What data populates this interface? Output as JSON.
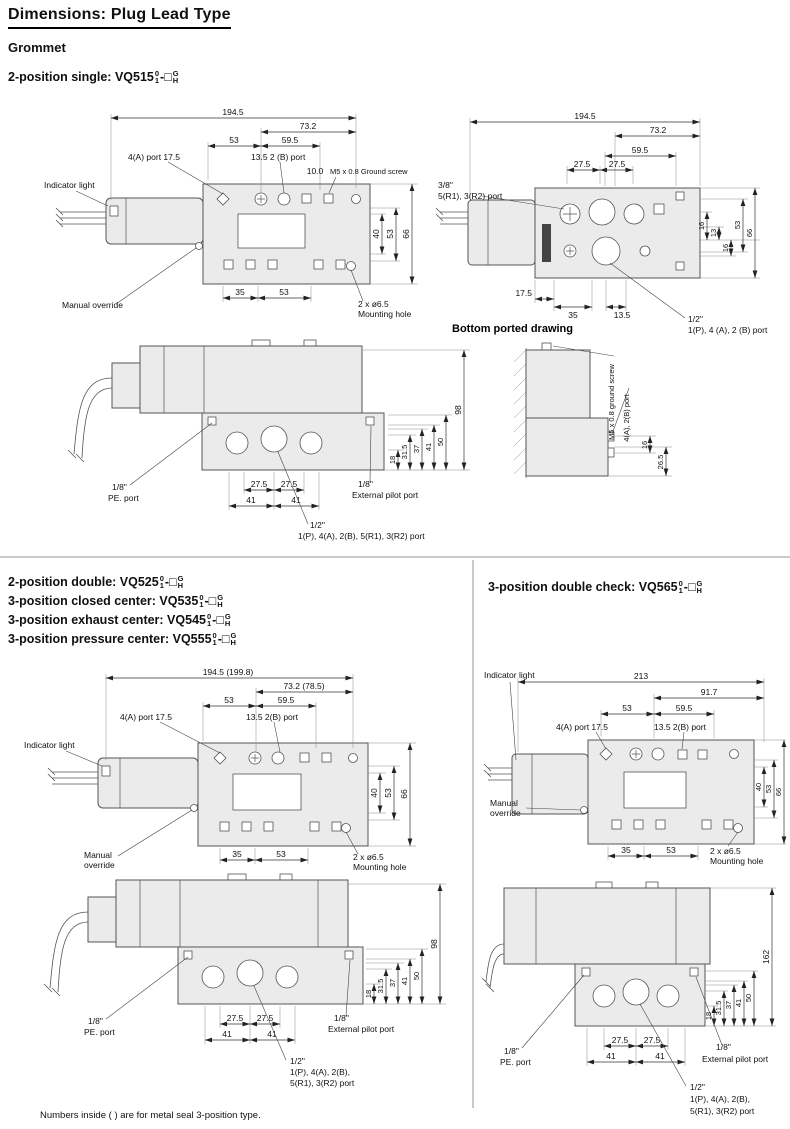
{
  "colors": {
    "ink": "#111111",
    "line": "#555555",
    "divider": "#c9c9c9"
  },
  "page": {
    "title": "Dimensions: Plug Lead Type",
    "subtitle": "Grommet",
    "bottom_ported_caption": "Bottom ported drawing",
    "footnote": "Numbers inside ( ) are for metal seal 3-position type."
  },
  "models": {
    "single": "2-position single: VQ515",
    "double": "2-position double: VQ525",
    "closed": "3-position closed center: VQ535",
    "exhaust": "3-position exhaust center: VQ545",
    "pressure": "3-position pressure center: VQ555",
    "doublecheck": "3-position double check: VQ565",
    "sup": "0",
    "sub": "1",
    "dash": "-□",
    "sup2": "G",
    "sub2": "H"
  },
  "tv1": {
    "d194": "194.5",
    "d73": "73.2",
    "d53t": "53",
    "d59": "59.5",
    "porta": "4(A) port 17.5",
    "portb": "13.5 2 (B) port",
    "d10": "10.0",
    "ground": "M5 x 0.8 Ground screw",
    "indicator": "Indicator light",
    "override": "Manual override",
    "d35": "35",
    "d53b": "53",
    "mount1": "2 x ø6.5",
    "mount2": "Mounting hole",
    "d40": "40",
    "d53r": "53",
    "d66": "66"
  },
  "bp1": {
    "d194": "194.5",
    "d73": "73.2",
    "d59": "59.5",
    "d27a": "27.5",
    "d27b": "27.5",
    "r_size": "3/8\"",
    "r_ports": "5(R1), 3(R2) port",
    "d16a": "16",
    "d13": "13",
    "d16b": "16",
    "d53": "53",
    "d66": "66",
    "d17": "17.5",
    "d35": "35",
    "d13_5": "13.5",
    "p_size": "1/2\"",
    "p_ports": "1(P), 4 (A), 2 (B) port"
  },
  "sv1": {
    "d98": "98",
    "d50": "50",
    "d41": "41",
    "d37": "37",
    "d31": "31.5",
    "d18": "18",
    "d27a": "27.5",
    "d27b": "27.5",
    "d41a": "41",
    "d41b": "41",
    "pe_size": "1/8\"",
    "pe": "PE. port",
    "ep_size": "1/8\"",
    "ep": "External pilot port",
    "p_size": "1/2\"",
    "p_ports": "1(P), 4(A), 2(B), 5(R1), 3(R2) port"
  },
  "bp2": {
    "ground": "M5 x 0.8 ground screw",
    "ports": "4(A), 2(B) port",
    "d16": "16",
    "d26": "26.5"
  },
  "tv2": {
    "d194": "194.5 (199.8)",
    "d73": "73.2 (78.5)",
    "d53t": "53",
    "d59": "59.5",
    "porta": "4(A) port 17.5",
    "portb": "13.5 2(B) port",
    "indicator": "Indicator light",
    "override1": "Manual",
    "override2": "override",
    "d35": "35",
    "d53b": "53",
    "mount1": "2 x ø6.5",
    "mount2": "Mounting hole",
    "d40": "40",
    "d53r": "53",
    "d66": "66"
  },
  "sv2": {
    "d98": "98",
    "d50": "50",
    "d41": "41",
    "d37": "37",
    "d31": "31.5",
    "d18": "18",
    "d27a": "27.5",
    "d27b": "27.5",
    "d41a": "41",
    "d41b": "41",
    "pe_size": "1/8\"",
    "pe": "PE. port",
    "ep_size": "1/8\"",
    "ep": "External pilot port",
    "p_size": "1/2\"",
    "p_ports1": "1(P), 4(A), 2(B),",
    "p_ports2": "5(R1), 3(R2) port"
  },
  "tv3": {
    "d213": "213",
    "d91": "91.7",
    "d53t": "53",
    "d59": "59.5",
    "porta": "4(A) port 17.5",
    "portb": "13.5 2(B) port",
    "indicator": "Indicator light",
    "override1": "Manual",
    "override2": "override",
    "d35": "35",
    "d53b": "53",
    "mount1": "2 x ø6.5",
    "mount2": "Mounting hole",
    "d40": "40",
    "d53r": "53",
    "d66": "66"
  },
  "sv3": {
    "d162": "162",
    "d50": "50",
    "d41": "41",
    "d37": "37",
    "d31": "31.5",
    "d18": "18",
    "d27a": "27.5",
    "d27b": "27.5",
    "d41a": "41",
    "d41b": "41",
    "pe_size": "1/8\"",
    "pe": "PE. port",
    "ep_size": "1/8\"",
    "ep": "External pilot port",
    "p_size": "1/2\"",
    "p_ports1": "1(P), 4(A), 2(B),",
    "p_ports2": "5(R1), 3(R2) port"
  }
}
